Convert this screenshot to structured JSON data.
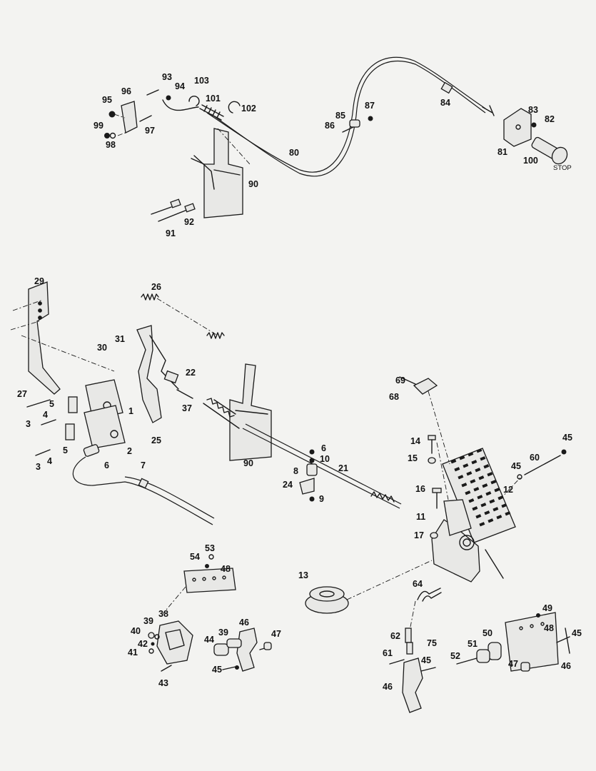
{
  "labels": {
    "p80": "80",
    "p81": "81",
    "p82": "82",
    "p83": "83",
    "p84": "84",
    "p85": "85",
    "p86": "86",
    "p87": "87",
    "p90": "90",
    "p91": "91",
    "p92": "92",
    "p93": "93",
    "p94": "94",
    "p95": "95",
    "p96": "96",
    "p97": "97",
    "p98": "98",
    "p99": "99",
    "p100": "100",
    "p101": "101",
    "p102": "102",
    "p103": "103",
    "p1": "1",
    "p2": "2",
    "p3": "3",
    "p4": "4",
    "p5": "5",
    "p6": "6",
    "p7": "7",
    "p8": "8",
    "p9": "9",
    "p10": "10",
    "p11": "11",
    "p12": "12",
    "p13": "13",
    "p14": "14",
    "p15": "15",
    "p16": "16",
    "p17": "17",
    "p21": "21",
    "p22": "22",
    "p24": "24",
    "p25": "25",
    "p26": "26",
    "p27": "27",
    "p29": "29",
    "p30": "30",
    "p31": "31",
    "p37": "37",
    "p38": "38",
    "p39": "39",
    "p40": "40",
    "p41": "41",
    "p42": "42",
    "p43": "43",
    "p44": "44",
    "p45": "45",
    "p46": "46",
    "p47": "47",
    "p48": "48",
    "p49": "49",
    "p50": "50",
    "p51": "51",
    "p52": "52",
    "p53": "53",
    "p54": "54",
    "p60": "60",
    "p61": "61",
    "p62": "62",
    "p64": "64",
    "p68": "68",
    "p69": "69",
    "p75": "75"
  },
  "knob_text": "STOP",
  "colors": {
    "ink": "#1a1a1a",
    "paper": "#f3f3f1"
  }
}
